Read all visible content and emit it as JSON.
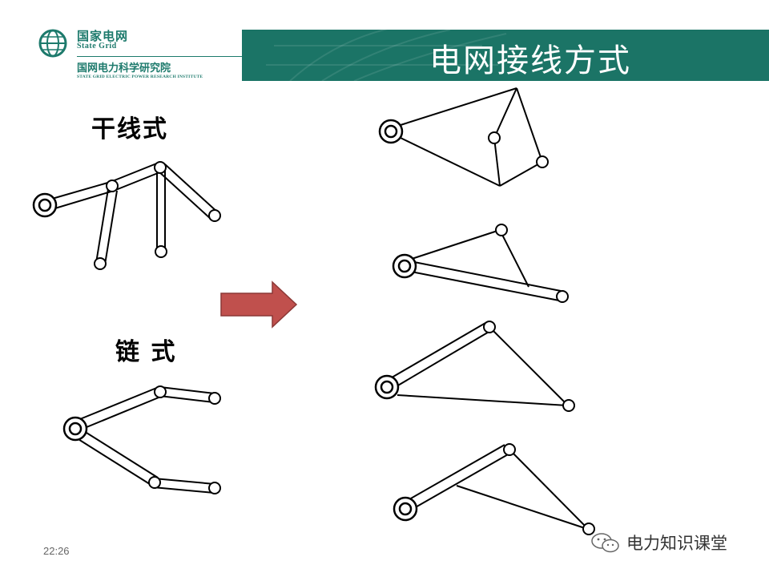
{
  "logo": {
    "company_cn": "国家电网",
    "company_en": "State Grid",
    "institute_cn": "国网电力科学研究院",
    "institute_en": "STATE GRID ELECTRIC POWER RESEARCH INSTITUTE"
  },
  "title": "电网接线方式",
  "labels": {
    "trunk": "干线式",
    "chain": "链 式"
  },
  "timestamp": "22:26",
  "watermark": "电力知识课堂",
  "colors": {
    "banner": "#1b7466",
    "brand": "#1d7a6c",
    "arrow_fill": "#c0504d",
    "arrow_stroke": "#8c3836"
  },
  "arrow_direction": "right"
}
